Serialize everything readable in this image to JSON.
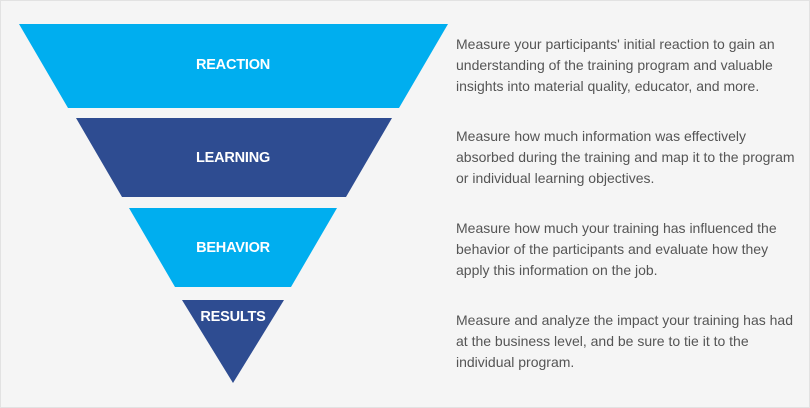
{
  "colors": {
    "light": "#00AEEF",
    "dark": "#2E4C91",
    "text": "#555555",
    "background": "#F5F5F5"
  },
  "levels": [
    {
      "label": "REACTION",
      "description": "Measure your participants' initial reaction to gain an understanding of the training program and valuable insights into material quality, educator, and more."
    },
    {
      "label": "LEARNING",
      "description": "Measure how much information was effectively absorbed during the training and map it to the program or individual learning objectives."
    },
    {
      "label": "BEHAVIOR",
      "description": "Measure how much your training has influenced the behavior of the participants and evaluate how they apply this information on the job."
    },
    {
      "label": "RESULTS",
      "description": "Measure and analyze the impact your training has had at the business level, and be sure to tie it to the individual program."
    }
  ]
}
